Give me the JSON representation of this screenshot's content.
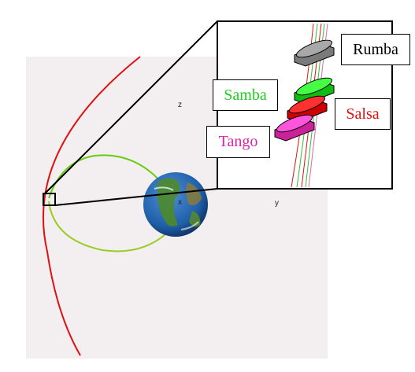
{
  "axes": {
    "x": "x",
    "y": "y",
    "z": "z"
  },
  "satellites": [
    {
      "name": "Rumba",
      "color": "#000000",
      "body_color": "#8a8a8a"
    },
    {
      "name": "Samba",
      "color": "#22cc22",
      "body_color": "#22ee22"
    },
    {
      "name": "Salsa",
      "color": "#dd1111",
      "body_color": "#ff2020"
    },
    {
      "name": "Tango",
      "color": "#dd22aa",
      "body_color": "#ee44cc"
    }
  ],
  "colors": {
    "background_panel": "#f3eef0",
    "outer_orbit": "#dd1111",
    "inner_orbit_green": "#66cc11",
    "inner_orbit_yellow": "#cccc22",
    "earth_ocean": "#1f5fa8",
    "earth_land": "#4f8a2a"
  }
}
